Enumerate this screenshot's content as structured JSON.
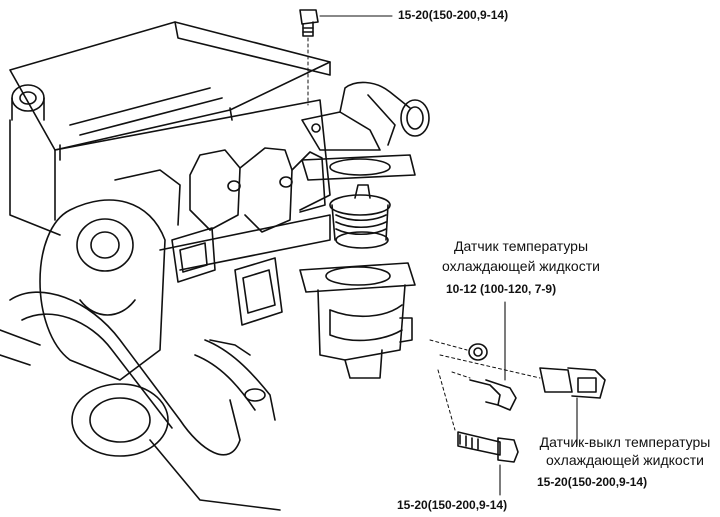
{
  "callouts": {
    "top_bolt_torque": "15-20(150-200,9-14)",
    "temp_sensor_name_line1": "Датчик температуры",
    "temp_sensor_name_line2": "охлаждающей жидкости",
    "temp_sensor_torque": "10-12 (100-120, 7-9)",
    "temp_switch_name_line1": "Датчик-выкл температуры",
    "temp_switch_name_line2": "охлаждающей жидкости",
    "temp_switch_torque": "15-20(150-200,9-14)",
    "bottom_bolt_torque": "15-20(150-200,9-14)"
  },
  "colors": {
    "ink": "#111111",
    "paper": "#ffffff"
  }
}
